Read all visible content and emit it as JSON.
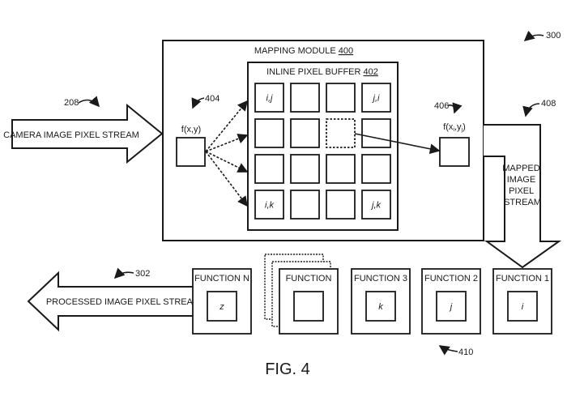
{
  "figure": {
    "caption": "FIG. 4",
    "system_ref": "300"
  },
  "mapping_module": {
    "title": "MAPPING MODULE",
    "ref": "400",
    "buffer": {
      "title": "INLINE PIXEL BUFFER",
      "ref": "402",
      "cells": [
        [
          "i,j",
          "",
          "",
          "j,i"
        ],
        [
          "",
          "",
          "",
          ""
        ],
        [
          "",
          "",
          "",
          ""
        ],
        [
          "i,k",
          "",
          "",
          "j,k"
        ]
      ],
      "highlighted_cell": [
        1,
        2
      ]
    },
    "input_function": {
      "label": "f(x,y)",
      "ref": "404"
    },
    "output_function": {
      "label": "f(x",
      "sub_i": "i",
      "mid": ",y",
      "sub_j": "j",
      "end": ")",
      "ref": "406"
    }
  },
  "streams": {
    "camera": {
      "label": "CAMERA IMAGE PIXEL STREAM",
      "ref": "208"
    },
    "mapped": {
      "lines": [
        "MAPPED",
        "IMAGE",
        "PIXEL",
        "STREAM"
      ],
      "ref": "408"
    },
    "processed": {
      "label": "PROCESSED IMAGE PIXEL STREAM",
      "ref": "302"
    }
  },
  "functions": {
    "ref": "410",
    "items": [
      {
        "title": "FUNCTION N",
        "var": "z"
      },
      {
        "title": "FUNCTION",
        "var": ""
      },
      {
        "title": "FUNCTION 3",
        "var": "k"
      },
      {
        "title": "FUNCTION 2",
        "var": "j"
      },
      {
        "title": "FUNCTION 1",
        "var": "i"
      }
    ]
  }
}
